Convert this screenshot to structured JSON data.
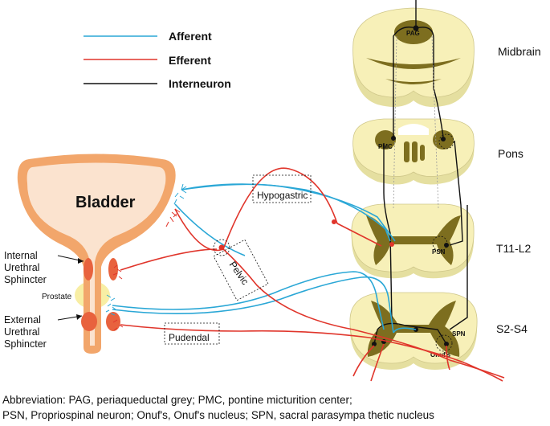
{
  "legend": [
    {
      "label": "Afferent",
      "color": "#2aa7d6"
    },
    {
      "label": "Efferent",
      "color": "#e0352b"
    },
    {
      "label": "Interneuron",
      "color": "#111111"
    }
  ],
  "spinal_levels": [
    "Midbrain",
    "Pons",
    "T11-L2",
    "S2-S4"
  ],
  "nuclei": {
    "pag": "PAG",
    "pmc": "PMC",
    "psn": "PSN",
    "spn": "SPN",
    "onufs": "Onuf's"
  },
  "organs": {
    "bladder": "Bladder",
    "internal_sphincter": [
      "Internal",
      "Urethral",
      "Sphincter"
    ],
    "prostate": "Prostate",
    "external_sphincter": [
      "External",
      "Urethral",
      "Sphincter"
    ]
  },
  "nerves": {
    "hypogastric": "Hypogastric",
    "pelvic": "Pelvic",
    "pudendal": "Pudendal"
  },
  "abbreviation": {
    "line1": "Abbreviation: PAG, periaqueductal grey; PMC, pontine micturition center;",
    "line2": "PSN, Propriospinal neuron; Onuf's, Onuf's nucleus; SPN, sacral parasympa thetic nucleus"
  },
  "colors": {
    "afferent": "#2aa7d6",
    "efferent": "#e0352b",
    "interneuron": "#111111",
    "bladder_wall": "#f2a66b",
    "bladder_lumen": "#fbe3cf",
    "cord_pale": "#f7f0b8",
    "cord_grey": "#7d6e1f"
  }
}
